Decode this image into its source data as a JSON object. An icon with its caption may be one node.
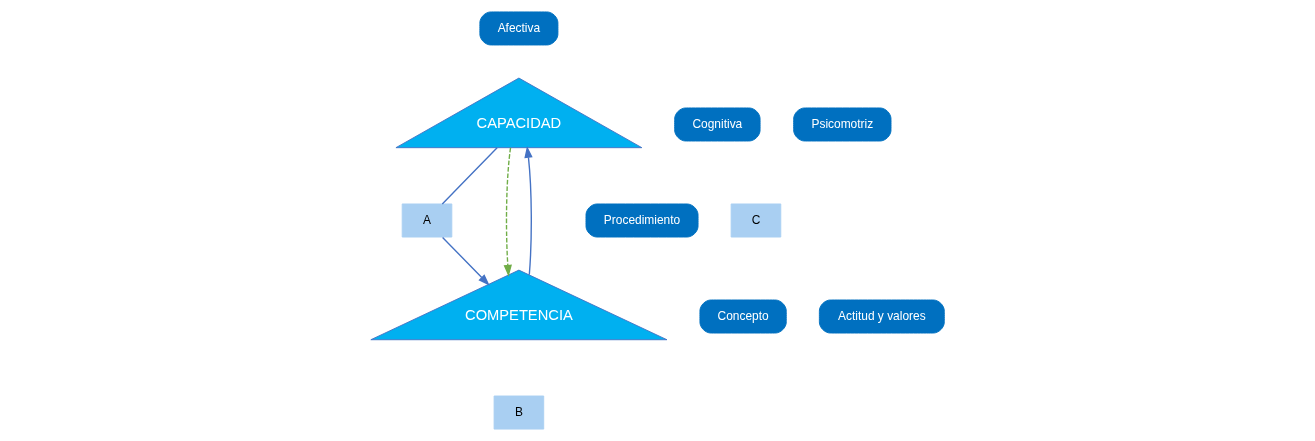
{
  "diagram": {
    "nodes": [
      {
        "text": [
          "Afectiva"
        ]
      },
      {
        "text": [
          "CAPACIDAD"
        ]
      },
      {
        "text": [
          "Cognitiva"
        ]
      },
      {
        "text": [
          "Psicomotriz"
        ]
      },
      {
        "text": [
          "A"
        ]
      },
      {
        "text": [
          "C"
        ]
      },
      {
        "text": [
          "Procedimiento"
        ]
      },
      {
        "text": [
          "Concepto"
        ]
      },
      {
        "text": [
          "COMPETENCIA"
        ]
      },
      {
        "text": [
          "Actitud y valores"
        ]
      },
      {
        "text": [
          "B"
        ]
      }
    ],
    "edges": [
      {
        "from": 1,
        "to": 4,
        "arrow": "none"
      },
      {
        "from": 4,
        "to": 8,
        "arrow": "to"
      },
      {
        "from": 1,
        "to": 8,
        "arrow": "to",
        "style": "dashed",
        "color": "#70ad47"
      },
      {
        "from": 8,
        "to": 1,
        "arrow": "to"
      }
    ]
  }
}
